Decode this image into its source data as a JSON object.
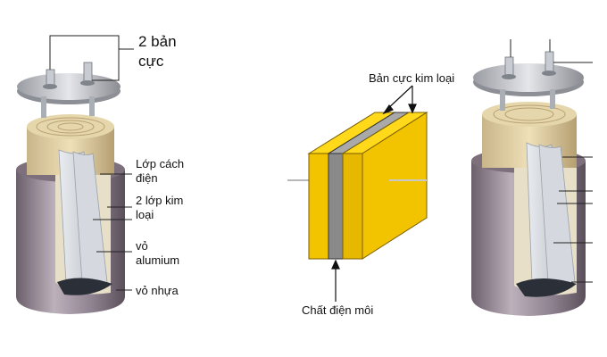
{
  "left_capacitor": {
    "plates_label_line1": "2 bản",
    "plates_label_line2": "cực",
    "insulation_label_line1": "Lớp cách",
    "insulation_label_line2": "điện",
    "metal_layers_label_line1": "2 lớp kim",
    "metal_layers_label_line2": "loại",
    "shell_label_line1": "vỏ",
    "shell_label_line2": "alumium",
    "plastic_label": "vỏ nhựa"
  },
  "middle_diagram": {
    "metal_plates_label": "Bản cực kim loại",
    "dielectric_label": "Chất điện môi",
    "colors": {
      "plate": "#f2c400",
      "plate_dark": "#c99a00",
      "dielectric": "#8a8a8a"
    }
  },
  "right_capacitor": {}
}
